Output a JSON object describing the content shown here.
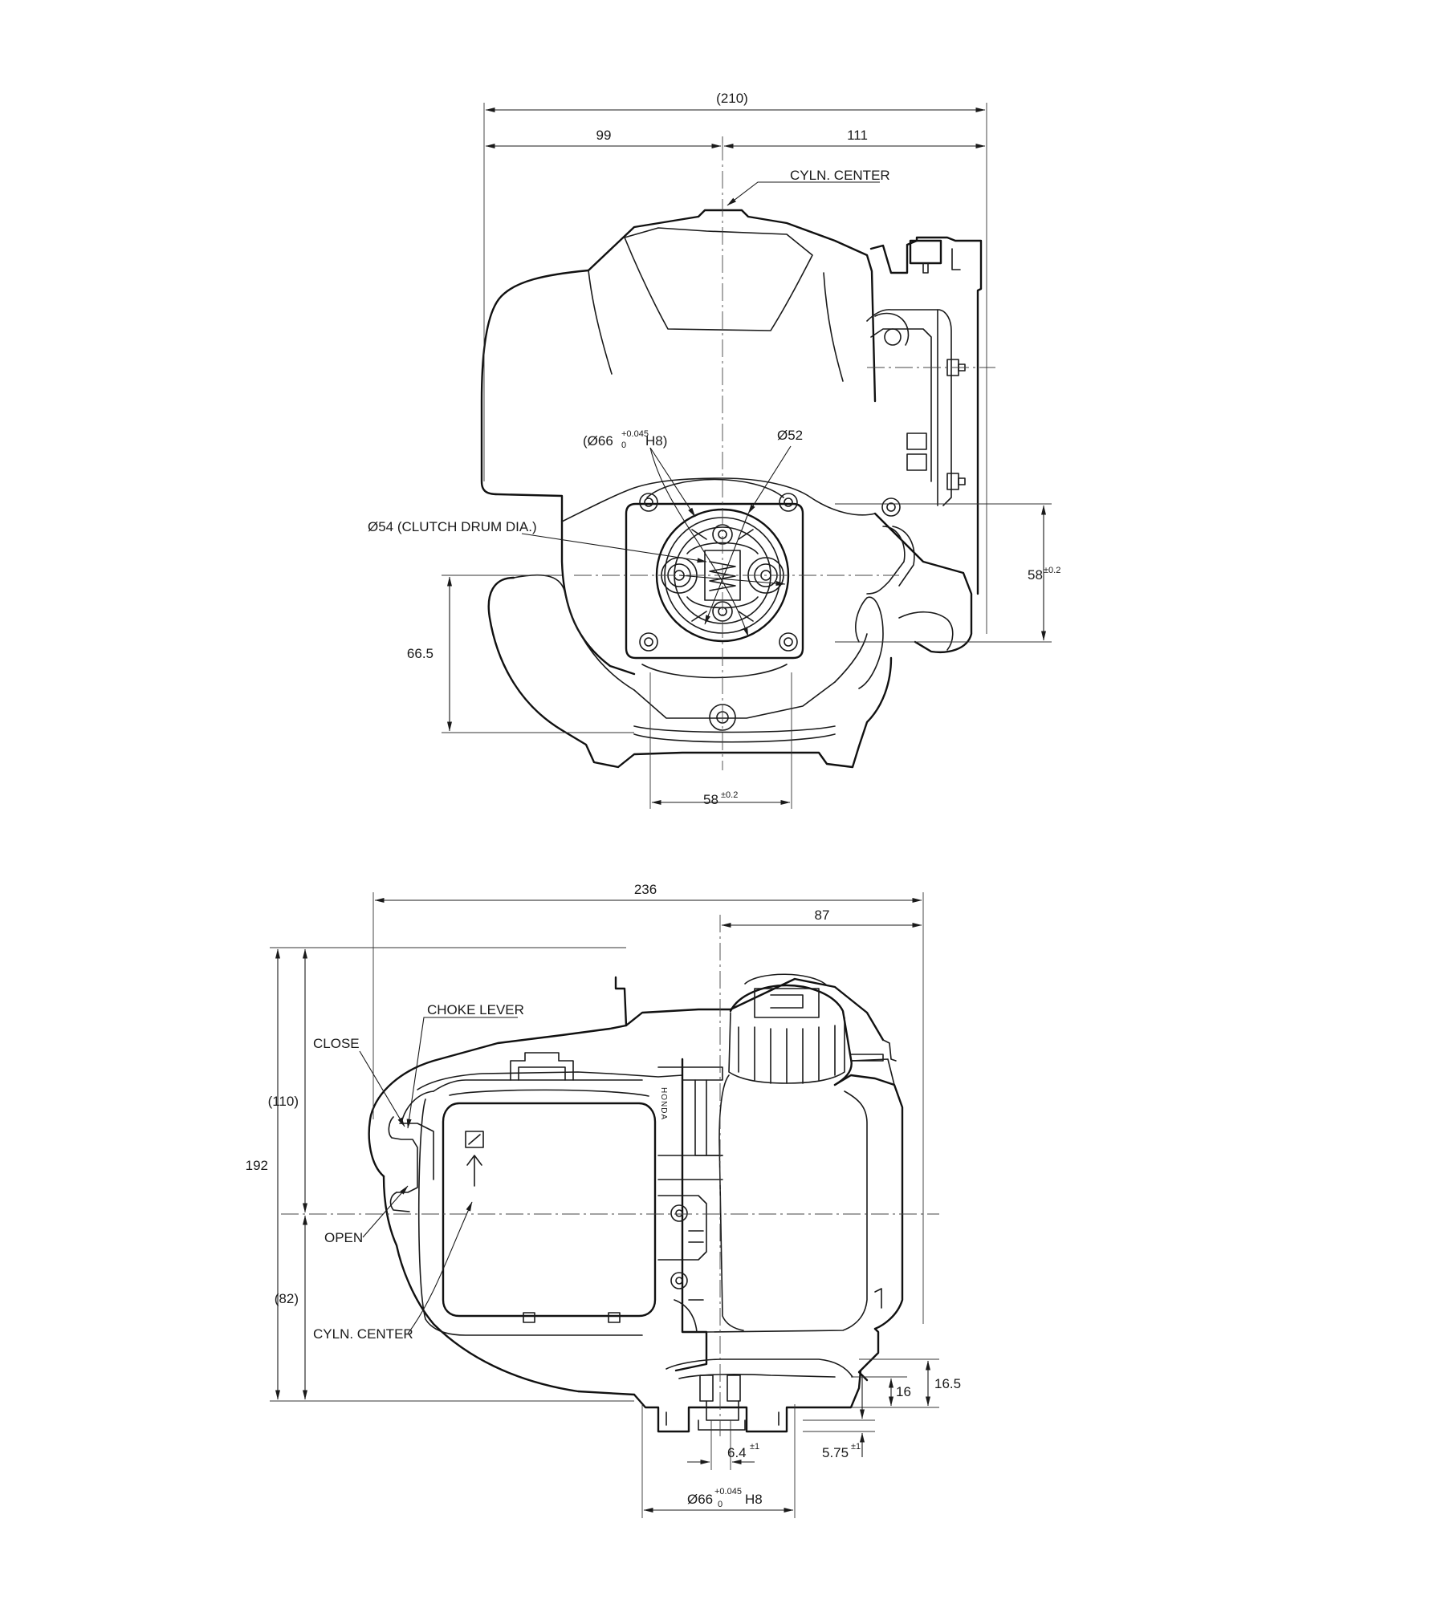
{
  "front_view": {
    "width_total": "(210)",
    "width_left": "99",
    "width_right": "111",
    "cyln_center": "CYLN. CENTER",
    "bore_dia": "(Ø66",
    "bore_tol_upper": "+0.045",
    "bore_tol_lower": "0",
    "bore_fit": "H8)",
    "dia_52": "Ø52",
    "clutch_drum": "Ø54 (CLUTCH DRUM DIA.)",
    "height_665": "66.5",
    "mount_v": "58",
    "mount_v_tol": "±0.2",
    "mount_h": "58",
    "mount_h_tol": "±0.2"
  },
  "side_view": {
    "length_total": "236",
    "length_87": "87",
    "height_total": "192",
    "height_upper": "(110)",
    "height_lower": "(82)",
    "choke_lever": "CHOKE LEVER",
    "close": "CLOSE",
    "open": "OPEN",
    "cyln_center": "CYLN. CENTER",
    "dim_165": "16.5",
    "dim_16": "16",
    "dim_64": "6.4",
    "dim_64_tol": "±1",
    "dim_575": "5.75",
    "dim_575_tol": "±1",
    "bore_dia": "Ø66",
    "bore_tol_upper": "+0.045",
    "bore_tol_lower": "0",
    "bore_fit": "H8",
    "embossed_brand": "HONDA"
  }
}
